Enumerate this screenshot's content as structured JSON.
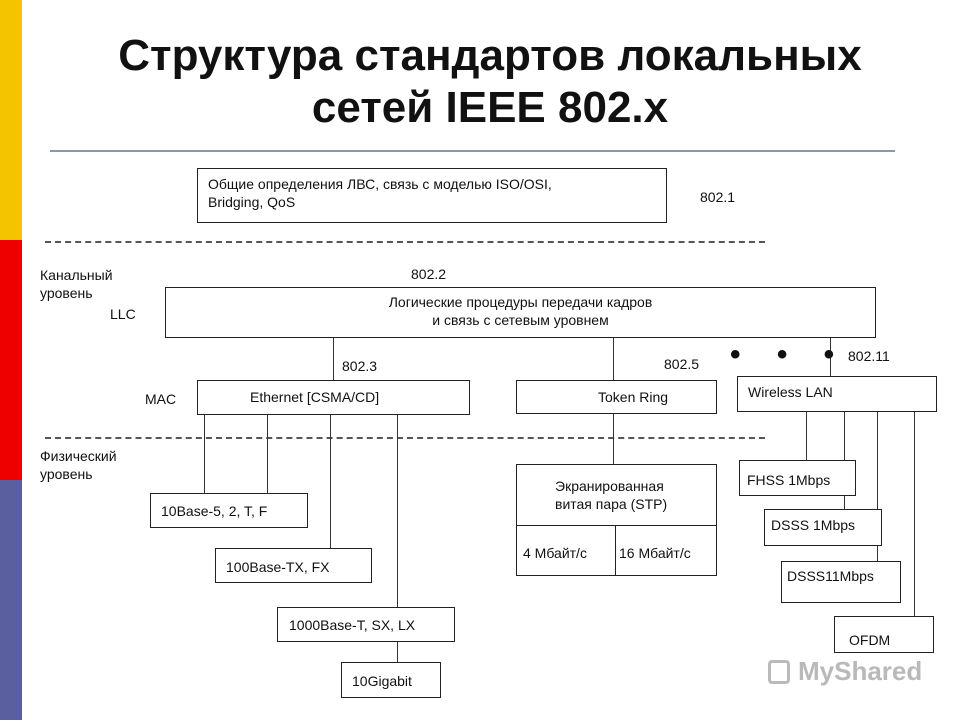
{
  "title": {
    "line1": "Структура стандартов локальных",
    "line2": "сетей IEEE 802.x"
  },
  "colors": {
    "stripe_top": "#f5c400",
    "stripe_mid": "#ee0000",
    "stripe_bottom": "#5a5fa0"
  },
  "std": {
    "s8021": "802.1",
    "s8022": "802.2",
    "s8023": "802.3",
    "s8025": "802.5",
    "s80211": "802.11",
    "ellipsis": "• • •"
  },
  "boxes": {
    "general": "Общие определения  ЛВС, связь с моделью  ISO/OSI,\n Bridging, QoS",
    "llc": "Логические процедуры передачи кадров\nи связь с сетевым уровнем",
    "ethernet": "Ethernet  [CSMA/CD]",
    "token_ring": "Token Ring",
    "wireless": "Wireless LAN",
    "b10base": "10Base-5,  2,  T,  F",
    "b100base": "100Base-TX,  FX",
    "b1000base": "1000Base-T,  SX,  LX",
    "b10gig": "10Gigabit",
    "stp": "Экранированная\nвитая пара  (STP)",
    "stp_4": "4 Мбайт/с",
    "stp_16": "16 Мбайт/с",
    "fhss": "FHSS  1Mbps",
    "dsss1": "DSSS  1Mbps",
    "dsss11": "DSSS11Mbps",
    "ofdm": "OFDM"
  },
  "labels": {
    "data_link": "Канальный\nуровень",
    "llc": "LLC",
    "mac": "MAC",
    "physical": "Физический\nуровень"
  },
  "watermark": "MyShared"
}
